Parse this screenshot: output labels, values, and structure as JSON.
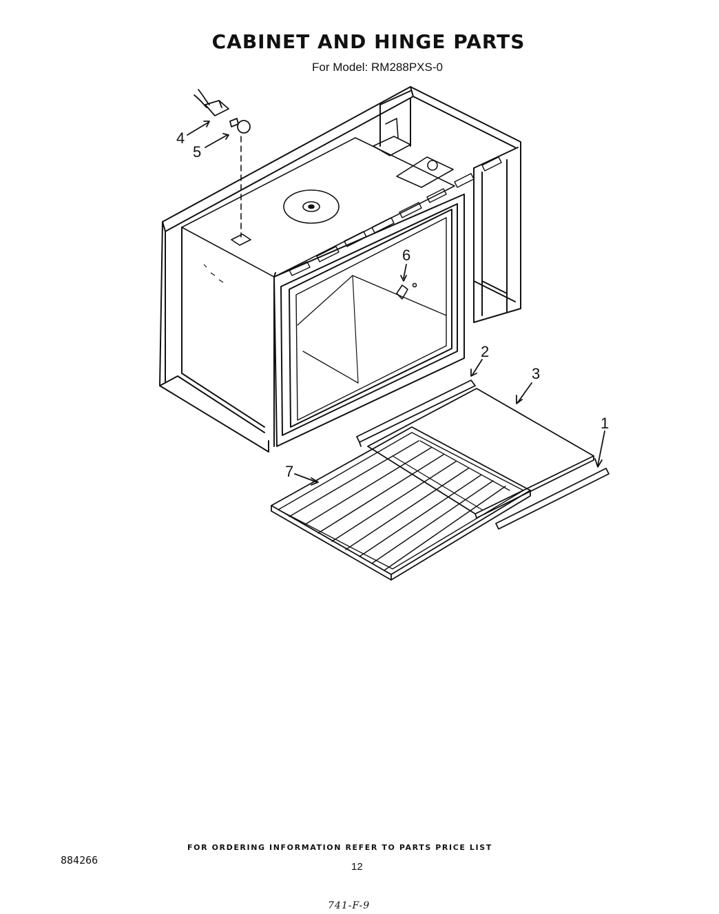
{
  "header": {
    "title": "CABINET AND HINGE PARTS",
    "subtitle": "For Model: RM288PXS-0"
  },
  "callouts": {
    "c1": "1",
    "c2": "2",
    "c3": "3",
    "c4": "4",
    "c5": "5",
    "c6": "6",
    "c7": "7"
  },
  "footer": {
    "ordering_note": "FOR ORDERING INFORMATION REFER TO PARTS PRICE LIST",
    "doc_number": "884266",
    "page_number": "12",
    "handwritten_code": "741-F-9"
  }
}
